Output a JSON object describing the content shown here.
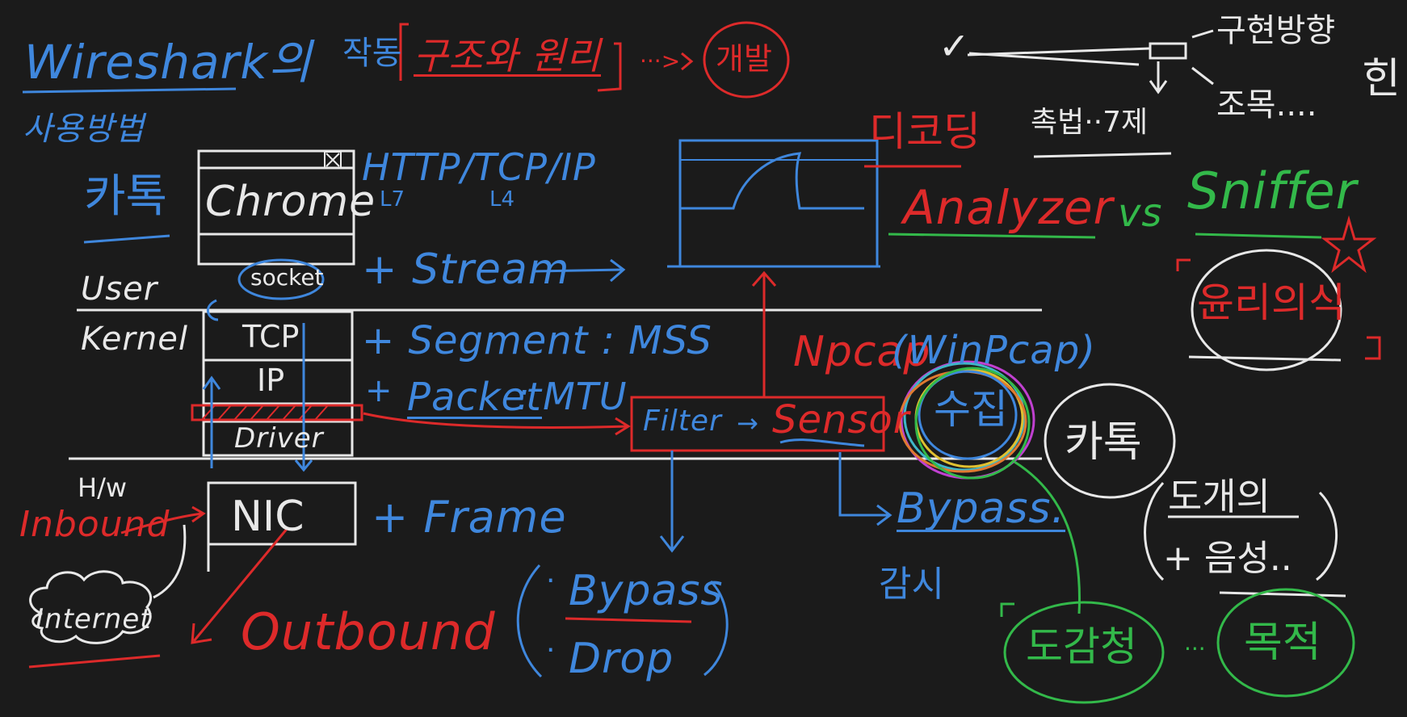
{
  "colors": {
    "background": "#1b1b1b",
    "blue": "#3f87dd",
    "red": "#dd2a2a",
    "white": "#e8e8e8",
    "green": "#33b94a"
  },
  "title": {
    "line1": "Wireshark의",
    "line2": "사용방법"
  },
  "header": {
    "prefix": "작동",
    "bracketed": "구조와 원리",
    "arrow": "···>",
    "circled": "개발"
  },
  "top_right": {
    "check": "✓",
    "note1": "구현방향",
    "note2": "조목....",
    "note_right": "힌",
    "bottom": "촉법··7제"
  },
  "left_labels": {
    "katok": "카톡",
    "user": "User",
    "kernel": "Kernel",
    "hw": "H/w",
    "inbound": "Inbound",
    "outbound": "Outbound",
    "internet": "Internet"
  },
  "stack": {
    "app": "Chrome",
    "socket": "socket",
    "tcp": "TCP",
    "ip": "IP",
    "driver": "Driver",
    "nic": "NIC"
  },
  "protocols": {
    "line": "HTTP/TCP/IP",
    "l7": "L7",
    "l4": "L4"
  },
  "units": {
    "stream": "+ Stream",
    "segment": "+ Segment : MSS",
    "packet": "Packet",
    "mtu": ": MTU",
    "frame": "+ Frame"
  },
  "capture": {
    "filter": "Filter",
    "arrow": "→",
    "sensor": "Sensor",
    "npcap": "Npcap",
    "winpcap": "(WinPcap)",
    "collect": "수집",
    "bypass": "Bypass.",
    "monitor": "감시"
  },
  "filter_options": {
    "bypass": "Bypass",
    "drop": "Drop"
  },
  "analyzer": {
    "decoding": "디코딩",
    "analyzer": "Analyzer",
    "vs": "vs",
    "sniffer": "Sniffer",
    "ethics": "윤리의식"
  },
  "misc": {
    "katok2": "카톡",
    "ex1": "도개의",
    "ex2": "+ 음성..",
    "eavesdrop": "도감청",
    "dots": "···",
    "purpose": "목적"
  }
}
